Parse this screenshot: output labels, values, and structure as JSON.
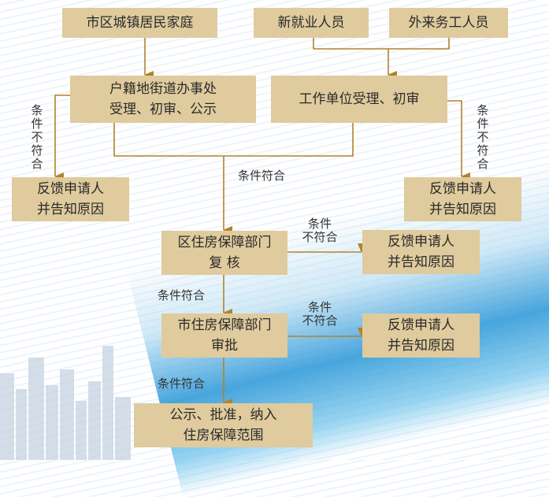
{
  "boxes": {
    "urban_family": "市区城镇居民家庭",
    "new_employee": "新就业人员",
    "migrant_worker": "外来务工人员",
    "street_office": [
      "户籍地街道办事处",
      "受理、初审、公示"
    ],
    "employer": "工作单位受理、初审",
    "feedback_left": [
      "反馈申请人",
      "并告知原因"
    ],
    "feedback_right": [
      "反馈申请人",
      "并告知原因"
    ],
    "district_review": [
      "区住房保障部门",
      "复 核"
    ],
    "feedback_district": [
      "反馈申请人",
      "并告知原因"
    ],
    "city_approval": [
      "市住房保障部门",
      "审批"
    ],
    "feedback_city": [
      "反馈申请人",
      "并告知原因"
    ],
    "final": [
      "公示、批准，纳入",
      "住房保障范围"
    ]
  },
  "labels": {
    "not_met_left": "条件不符合",
    "not_met_right": "条件不符合",
    "met_1": "条件符合",
    "not_met_district": [
      "条件",
      "不符合"
    ],
    "met_2": "条件符合",
    "not_met_city": [
      "条件",
      "不符合"
    ],
    "met_3": "条件符合"
  },
  "colors": {
    "box": "#dfcb9d",
    "line": "#b3822a"
  }
}
